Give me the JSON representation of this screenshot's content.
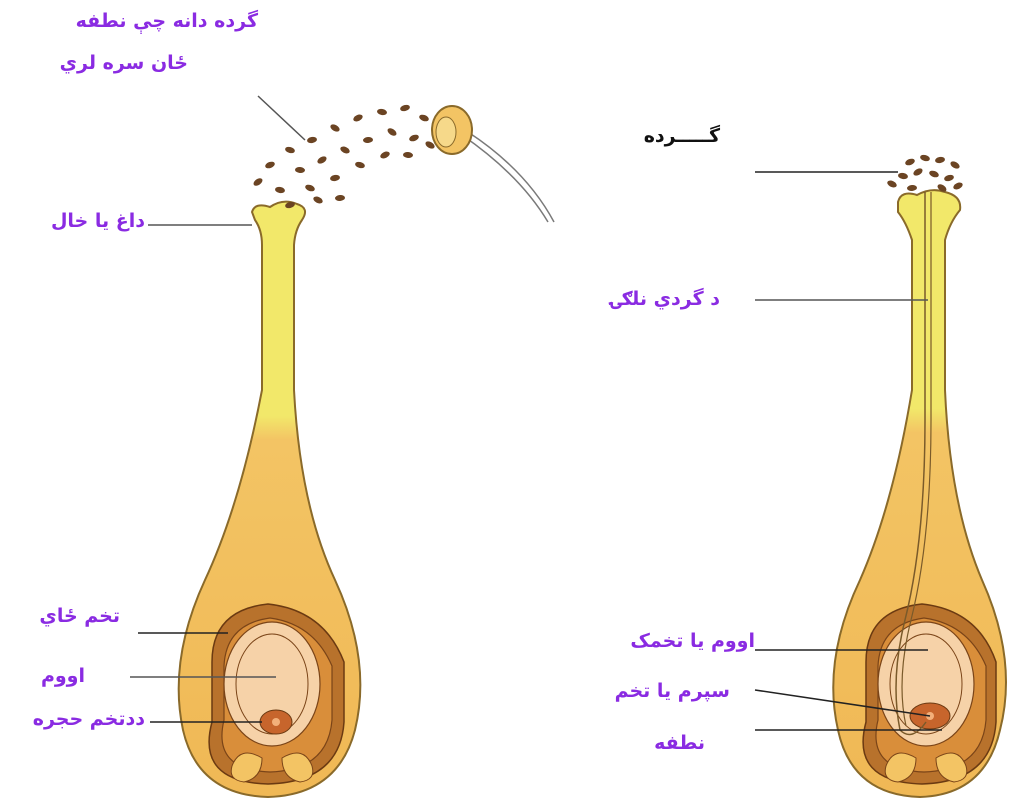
{
  "colors": {
    "label": "#8a2be2",
    "label_dark": "#111111",
    "style_yellow": "#f2e86a",
    "ovary_gold": "#f3c464",
    "outline": "#8a6a2a",
    "ovule_brown": "#a0581c",
    "ovule_inner": "#f6d2a8",
    "egg": "#c7652c",
    "pollen": "#6b4423"
  },
  "labels": {
    "pollen_release_1": "گرده دانه چې نطفه",
    "pollen_release_2": "ځان سره لري",
    "stigma": "داغ يا خال",
    "ovule_place": "تخم ځاي",
    "ovum": "اووم",
    "egg_cell": "ددتخم حجره",
    "pollen": "گـــــرده",
    "pollen_tube": "د گردي نلګۍ",
    "ovum_or_ovule": "اووم يا تخمک",
    "sperm_or_egg": "سپرم يا تخم",
    "embryo": "نطفه"
  }
}
